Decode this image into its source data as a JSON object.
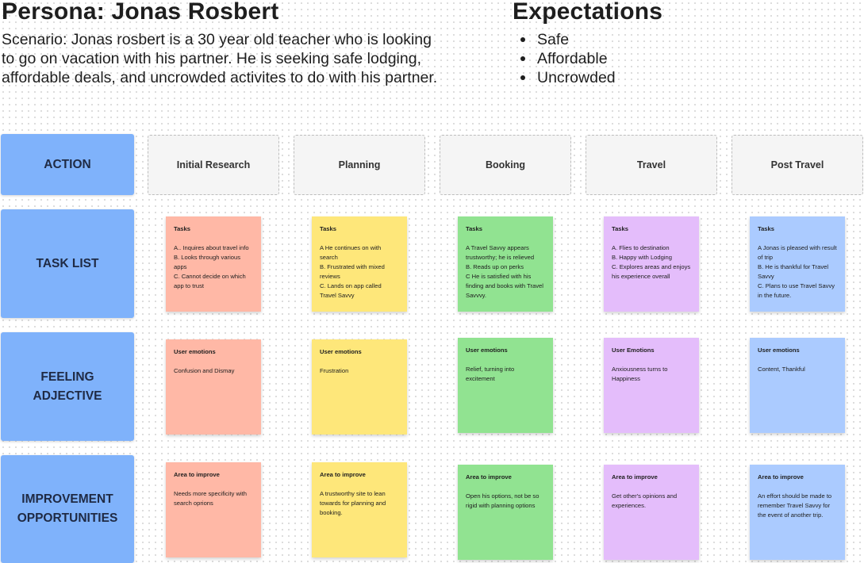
{
  "header": {
    "persona_title": "Persona: Jonas Rosbert",
    "scenario": "Scenario: Jonas rosbert is a 30 year old teacher who is looking to go on vacation with his partner. He is seeking safe lodging, affordable deals, and uncrowded activites to do with his partner.",
    "expectations_title": "Expectations",
    "expectations": [
      "Safe",
      "Affordable",
      "Uncrowded"
    ]
  },
  "rows": {
    "action": "ACTION",
    "task_list": "TASK LIST",
    "feeling_adjective": "FEELING\nADJECTIVE",
    "improvement": "IMPROVEMENT\nOPPORTUNITIES"
  },
  "stages": [
    "Initial Research",
    "Planning",
    "Booking",
    "Travel",
    "Post Travel"
  ],
  "tasks": [
    {
      "heading": "Tasks",
      "body": "A.. Inquires about travel info\nB. Looks through various apps\nC. Cannot decide on which app to trust"
    },
    {
      "heading": "Tasks",
      "body": "A He continues on with search\nB. Frustrated with mixed reviews\nC. Lands on app called Travel Savvy"
    },
    {
      "heading": "Tasks",
      "body": "A Travel Savvy appears trustworthy; he is relieved\nB. Reads up on perks\nC He is satisfied with his finding and books with Travel Savvvy."
    },
    {
      "heading": "Tasks",
      "body": "A. Flies to destination\nB. Happy with Lodging\nC. Explores areas and enjoys his experience overall"
    },
    {
      "heading": "Tasks",
      "body": "A Jonas is pleased with result of trip\nB. He is thankful for Travel Savvy\nC. Plans to use Travel Savvy in the future."
    }
  ],
  "emotions": [
    {
      "heading": "User emotions",
      "body": "Confusion and Dismay"
    },
    {
      "heading": "User emotions",
      "body": "Frustration"
    },
    {
      "heading": "User emotions",
      "body": "Relief, turning into excitement"
    },
    {
      "heading": "User Emotions",
      "body": "Anxiousness turns to Happiness"
    },
    {
      "heading": "User emotions",
      "body": "Content, Thankful"
    }
  ],
  "improvements": [
    {
      "heading": "Area to improve",
      "body": "Needs more specificity with search oprions"
    },
    {
      "heading": "Area to improve",
      "body": "A trustworthy site to lean towards for planning and booking."
    },
    {
      "heading": "Area to improve",
      "body": "Open his options, not be so rigid with planning options"
    },
    {
      "heading": "Area to improve",
      "body": "Get other's opinions and experiences."
    },
    {
      "heading": "Area to improve",
      "body": "An effort should be made to remember Travel Savvy for the event of another trip."
    }
  ],
  "colors": {
    "row_label": "#7fb2fb",
    "initial_research": "#ffb8a6",
    "planning": "#fee77a",
    "booking": "#91e391",
    "travel": "#e4bdfb",
    "post_travel": "#abcbff"
  }
}
